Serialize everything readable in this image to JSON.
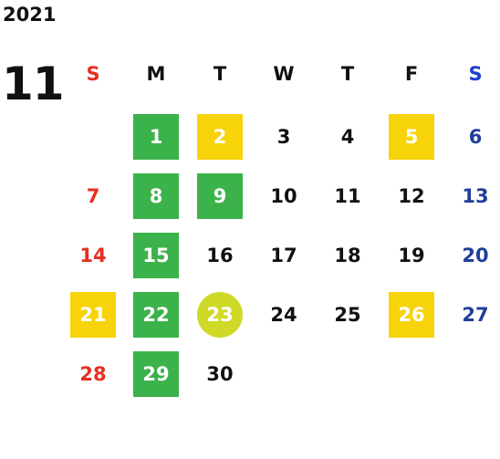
{
  "year": "2021",
  "month": "11",
  "weekdays": [
    {
      "label": "S",
      "color": "#e53022"
    },
    {
      "label": "M",
      "color": "#111111"
    },
    {
      "label": "T",
      "color": "#111111"
    },
    {
      "label": "W",
      "color": "#111111"
    },
    {
      "label": "T",
      "color": "#111111"
    },
    {
      "label": "F",
      "color": "#111111"
    },
    {
      "label": "S",
      "color": "#1f3fd0"
    }
  ],
  "colors": {
    "sunday": "#e53022",
    "saturday": "#1f3f9a",
    "green_highlight": "#3bb24a",
    "yellow_highlight": "#f7d30a",
    "today_highlight": "#cfd928"
  },
  "days": [
    {
      "d": "1",
      "col": 1,
      "row": 0,
      "hl": "green"
    },
    {
      "d": "2",
      "col": 2,
      "row": 0,
      "hl": "yellow"
    },
    {
      "d": "3",
      "col": 3,
      "row": 0,
      "hl": ""
    },
    {
      "d": "4",
      "col": 4,
      "row": 0,
      "hl": ""
    },
    {
      "d": "5",
      "col": 5,
      "row": 0,
      "hl": "yellow"
    },
    {
      "d": "6",
      "col": 6,
      "row": 0,
      "hl": ""
    },
    {
      "d": "7",
      "col": 0,
      "row": 1,
      "hl": ""
    },
    {
      "d": "8",
      "col": 1,
      "row": 1,
      "hl": "green"
    },
    {
      "d": "9",
      "col": 2,
      "row": 1,
      "hl": "green"
    },
    {
      "d": "10",
      "col": 3,
      "row": 1,
      "hl": ""
    },
    {
      "d": "11",
      "col": 4,
      "row": 1,
      "hl": ""
    },
    {
      "d": "12",
      "col": 5,
      "row": 1,
      "hl": ""
    },
    {
      "d": "13",
      "col": 6,
      "row": 1,
      "hl": ""
    },
    {
      "d": "14",
      "col": 0,
      "row": 2,
      "hl": ""
    },
    {
      "d": "15",
      "col": 1,
      "row": 2,
      "hl": "green"
    },
    {
      "d": "16",
      "col": 2,
      "row": 2,
      "hl": ""
    },
    {
      "d": "17",
      "col": 3,
      "row": 2,
      "hl": ""
    },
    {
      "d": "18",
      "col": 4,
      "row": 2,
      "hl": ""
    },
    {
      "d": "19",
      "col": 5,
      "row": 2,
      "hl": ""
    },
    {
      "d": "20",
      "col": 6,
      "row": 2,
      "hl": ""
    },
    {
      "d": "21",
      "col": 0,
      "row": 3,
      "hl": "yellow"
    },
    {
      "d": "22",
      "col": 1,
      "row": 3,
      "hl": "green"
    },
    {
      "d": "23",
      "col": 2,
      "row": 3,
      "hl": "today"
    },
    {
      "d": "24",
      "col": 3,
      "row": 3,
      "hl": ""
    },
    {
      "d": "25",
      "col": 4,
      "row": 3,
      "hl": ""
    },
    {
      "d": "26",
      "col": 5,
      "row": 3,
      "hl": "yellow"
    },
    {
      "d": "27",
      "col": 6,
      "row": 3,
      "hl": ""
    },
    {
      "d": "28",
      "col": 0,
      "row": 4,
      "hl": ""
    },
    {
      "d": "29",
      "col": 1,
      "row": 4,
      "hl": "green"
    },
    {
      "d": "30",
      "col": 2,
      "row": 4,
      "hl": ""
    }
  ]
}
